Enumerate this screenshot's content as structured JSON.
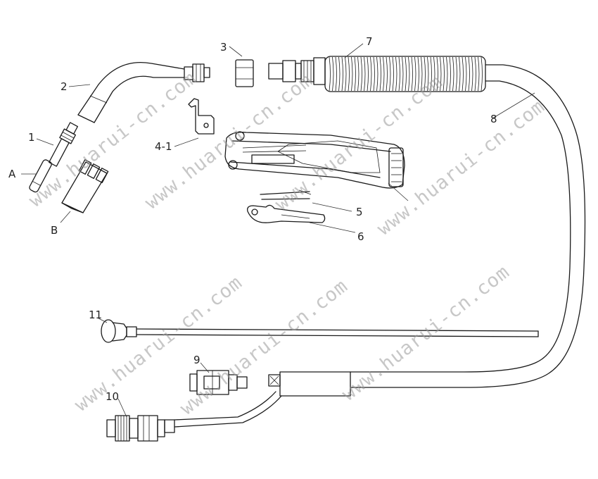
{
  "labels": {
    "A": "A",
    "B": "B",
    "p1": "1",
    "p2": "2",
    "p3": "3",
    "p4_1": "4-1",
    "p5": "5",
    "p6": "6",
    "p7": "7",
    "p8": "8",
    "p9": "9",
    "p10": "10",
    "p11": "11"
  },
  "watermark": "www.huarui-cn.com",
  "colors": {
    "line": "#1a1a1a",
    "watermark": "#9a9a9a"
  }
}
